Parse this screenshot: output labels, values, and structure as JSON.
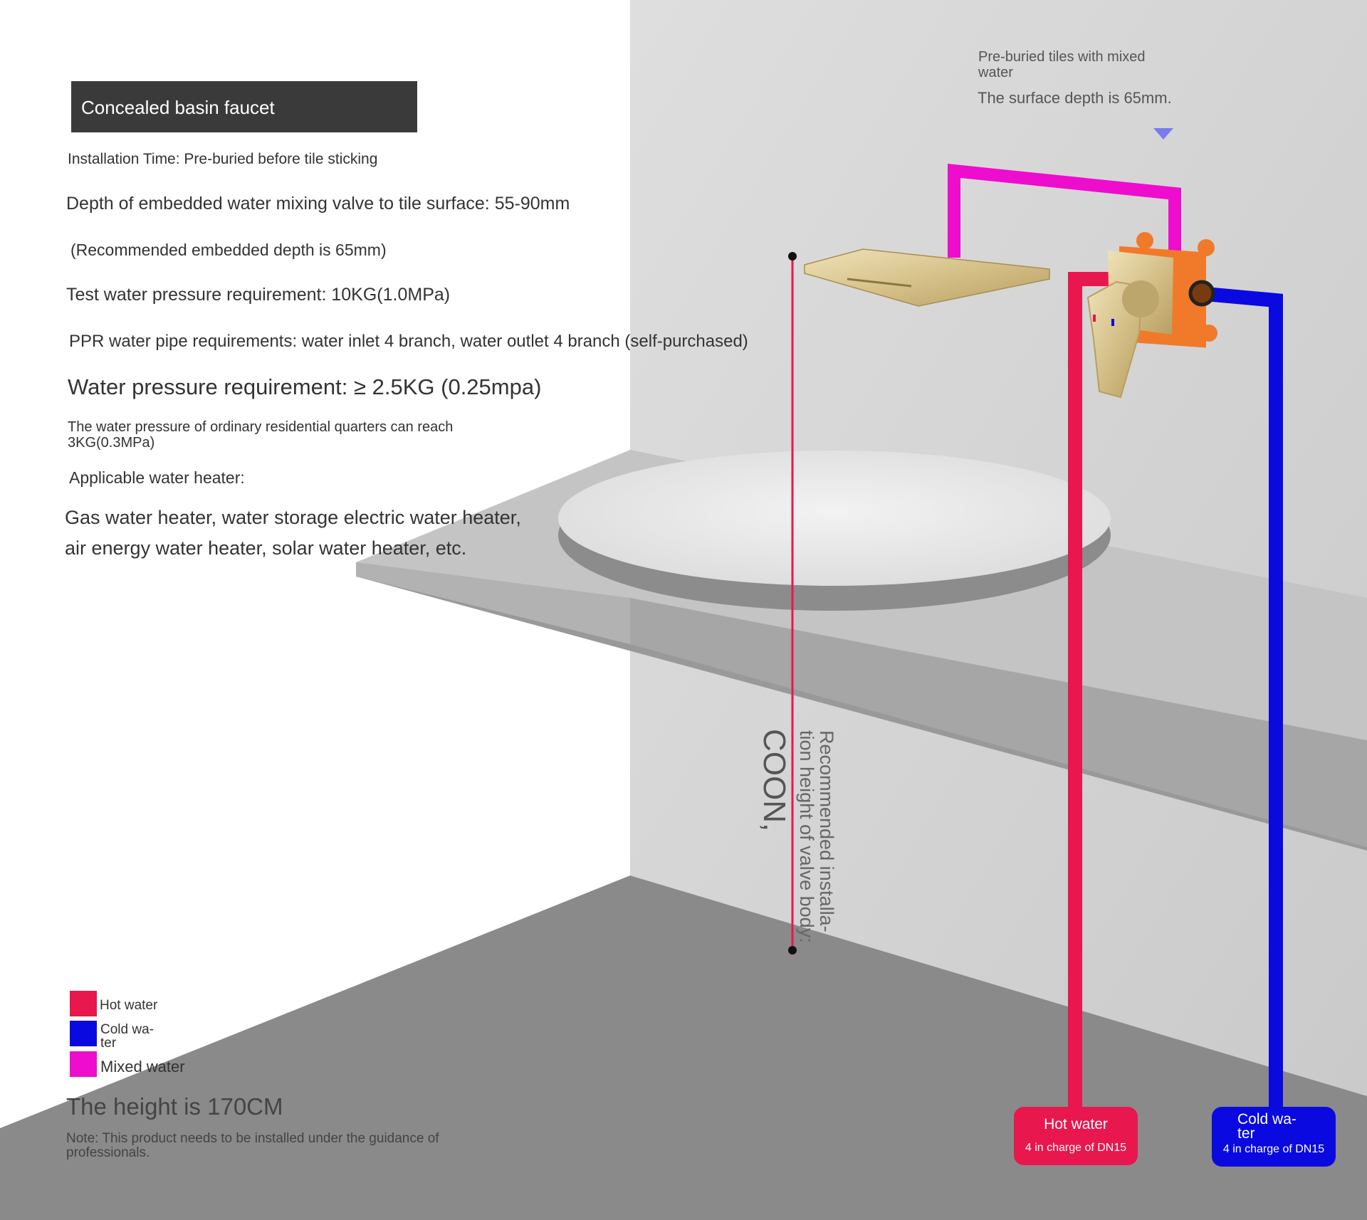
{
  "title": "Concealed basin faucet",
  "specs": {
    "install_time": "Installation Time: Pre-buried before tile sticking",
    "depth": "Depth of embedded water mixing valve to tile surface: 55-90mm",
    "recommended_depth": "(Recommended embedded depth is 65mm)",
    "test_pressure": "Test water pressure requirement: 10KG(1.0MPa)",
    "ppr_pipe": "PPR water pipe requirements: water inlet 4 branch, water outlet 4 branch (self-purchased)",
    "pressure": "Water pressure requirement: ≥ 2.5KG (0.25mpa)",
    "residential_line1": "The water pressure of ordinary residential quarters can reach",
    "residential_line2": "3KG(0.3MPa)",
    "heater_label": "Applicable water heater:",
    "heater_line1": "Gas water heater, water storage electric water heater,",
    "heater_line2": "air energy water heater, solar water heater, etc."
  },
  "top_note": {
    "line1": "Pre-buried tiles with mixed",
    "line2": "water",
    "line3": "The surface depth is 65mm."
  },
  "vertical": {
    "big": "COON,",
    "line1": "Recommended installa-",
    "line2": "tion height of valve body:"
  },
  "legend": {
    "hot": "Hot water",
    "cold_line1": "Cold wa-",
    "cold_line2": "ter",
    "mixed": "Mixed water"
  },
  "height": "The height is 170CM",
  "note_line1": "Note: This product needs to be installed under the guidance of",
  "note_line2": "professionals.",
  "hot_callout": {
    "title": "Hot water",
    "sub": "4 in charge of DN15"
  },
  "cold_callout": {
    "title_line1": "Cold wa-",
    "title_line2": "ter",
    "sub": "4 in charge of DN15"
  },
  "colors": {
    "hot": "#e8174d",
    "cold": "#0a0ae0",
    "mixed": "#ee0dcc",
    "title_bg": "#3a3a3a",
    "gold": "#d8c48e",
    "valve_box": "#f07a2a"
  }
}
